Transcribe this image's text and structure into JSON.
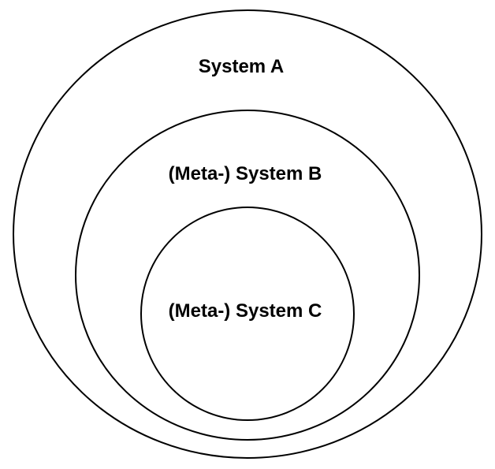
{
  "diagram": {
    "type": "nested-sets",
    "outer": {
      "label": "System A"
    },
    "middle": {
      "label": "(Meta-) System B"
    },
    "inner": {
      "label": "(Meta-) System C"
    }
  }
}
